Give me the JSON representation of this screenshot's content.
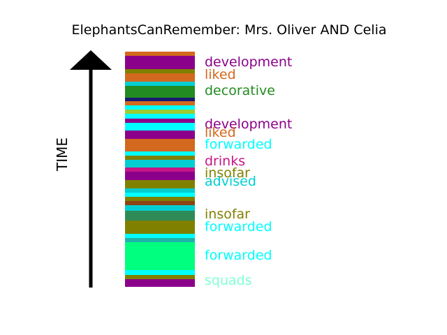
{
  "chart_data": {
    "type": "bar",
    "title": "ElephantsCanRemember: Mrs. Oliver AND Celia",
    "ylabel": "TIME",
    "bands": [
      {
        "color": "#d2691e"
      },
      {
        "color": "#8b008b"
      },
      {
        "color": "#808000"
      },
      {
        "color": "#d2691e"
      },
      {
        "color": "#00ced1"
      },
      {
        "color": "#228b22"
      },
      {
        "color": "#191970"
      },
      {
        "color": "#d2691e"
      },
      {
        "color": "#00ffff"
      },
      {
        "color": "#9acd32"
      },
      {
        "color": "#00ffff"
      },
      {
        "color": "#8b008b"
      },
      {
        "color": "#00ffff"
      },
      {
        "color": "#8b008b"
      },
      {
        "color": "#d2691e"
      },
      {
        "color": "#00ffff"
      },
      {
        "color": "#808000"
      },
      {
        "color": "#00ced1"
      },
      {
        "color": "#c71585"
      },
      {
        "color": "#8b008b"
      },
      {
        "color": "#808000"
      },
      {
        "color": "#00ced1"
      },
      {
        "color": "#00ffff"
      },
      {
        "color": "#808000"
      },
      {
        "color": "#8b4513"
      },
      {
        "color": "#00ced1"
      },
      {
        "color": "#2e8b57"
      },
      {
        "color": "#808000"
      },
      {
        "color": "#00ffff"
      },
      {
        "color": "#20b2aa"
      },
      {
        "color": "#00ff7f"
      },
      {
        "color": "#00ffff"
      },
      {
        "color": "#808000"
      },
      {
        "color": "#8b008b"
      },
      {
        "color": "#7fffd4"
      }
    ],
    "labels": [
      {
        "text": "development",
        "color": "#8b008b"
      },
      {
        "text": "liked",
        "color": "#d2691e"
      },
      {
        "text": "decorative",
        "color": "#228b22"
      },
      {
        "text": "development",
        "color": "#8b008b"
      },
      {
        "text": "liked",
        "color": "#d2691e"
      },
      {
        "text": "forwarded",
        "color": "#00ffff"
      },
      {
        "text": "drinks",
        "color": "#c71585"
      },
      {
        "text": "insofar",
        "color": "#808000"
      },
      {
        "text": "advised",
        "color": "#00ced1"
      },
      {
        "text": "insofar",
        "color": "#808000"
      },
      {
        "text": "forwarded",
        "color": "#00ffff"
      },
      {
        "text": "forwarded",
        "color": "#00ffff"
      },
      {
        "text": "squads",
        "color": "#7fffd4"
      }
    ]
  }
}
